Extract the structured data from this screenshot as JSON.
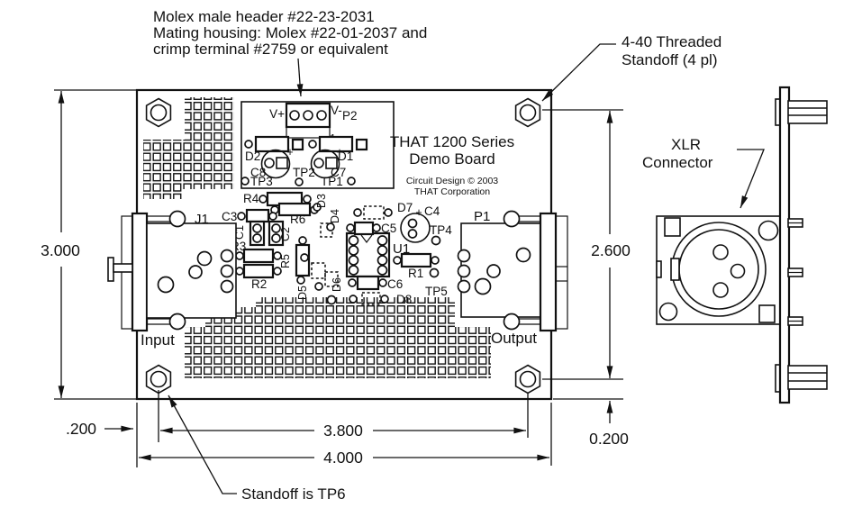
{
  "colors": {
    "ink": "#111111",
    "paper": "#ffffff"
  },
  "notes": {
    "molex1": "Molex male header  #22-23-2031",
    "molex2": "Mating housing: Molex #22-01-2037 and",
    "molex3": "crimp terminal #2759 or equivalent",
    "standoff1": "4-40 Threaded",
    "standoff2": "Standoff (4 pl)",
    "xlr1": "XLR",
    "xlr2": "Connector",
    "tp6": "Standoff is TP6"
  },
  "board": {
    "title1": "THAT 1200 Series",
    "title2": "Demo Board",
    "copy1": "Circuit Design © 2003",
    "copy2": "THAT Corporation",
    "input": "Input",
    "output": "Output"
  },
  "power": {
    "vplus": "V+",
    "vminus": "V-",
    "p2": "P2",
    "pin1": "1",
    "d2": "D2",
    "d1": "D1",
    "c8": "C8",
    "c7": "C7",
    "tp2": "TP2",
    "tp3": "TP3",
    "tp1": "TP1",
    "plus": "+"
  },
  "refs": {
    "j1": "J1",
    "p1": "P1",
    "u1": "U1",
    "r1": "R1",
    "r2": "R2",
    "r3": "R3",
    "r4": "R4",
    "r5": "R5",
    "r6": "R6",
    "c1": "C1",
    "c2": "C2",
    "c3": "C3",
    "c4": "C4",
    "c5": "C5",
    "c6": "C6",
    "d3": "D3",
    "d4": "D4",
    "d5": "D5",
    "d6": "D6",
    "d7": "D7",
    "d8": "D8",
    "tp4": "TP4",
    "tp5": "TP5",
    "plus": "+"
  },
  "dims": {
    "board_height": "3.000",
    "hole_span_v": "2.600",
    "hole_span_h": "3.800",
    "board_width": "4.000",
    "offset_left": ".200",
    "offset_bottom_right": "0.200"
  }
}
